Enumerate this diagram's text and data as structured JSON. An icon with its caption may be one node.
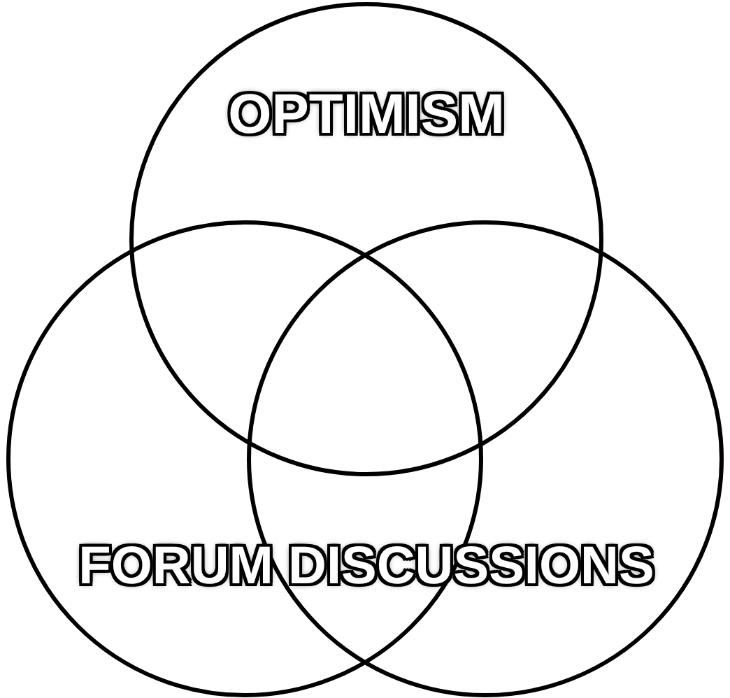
{
  "diagram": {
    "nodes": [
      {
        "text": [
          "OPTIMISM"
        ]
      },
      {
        "text": [],
        "shape": "circle"
      },
      {
        "text": [],
        "shape": "circle"
      }
    ],
    "labels": [
      "FORUM DISCUSSIONS"
    ]
  }
}
